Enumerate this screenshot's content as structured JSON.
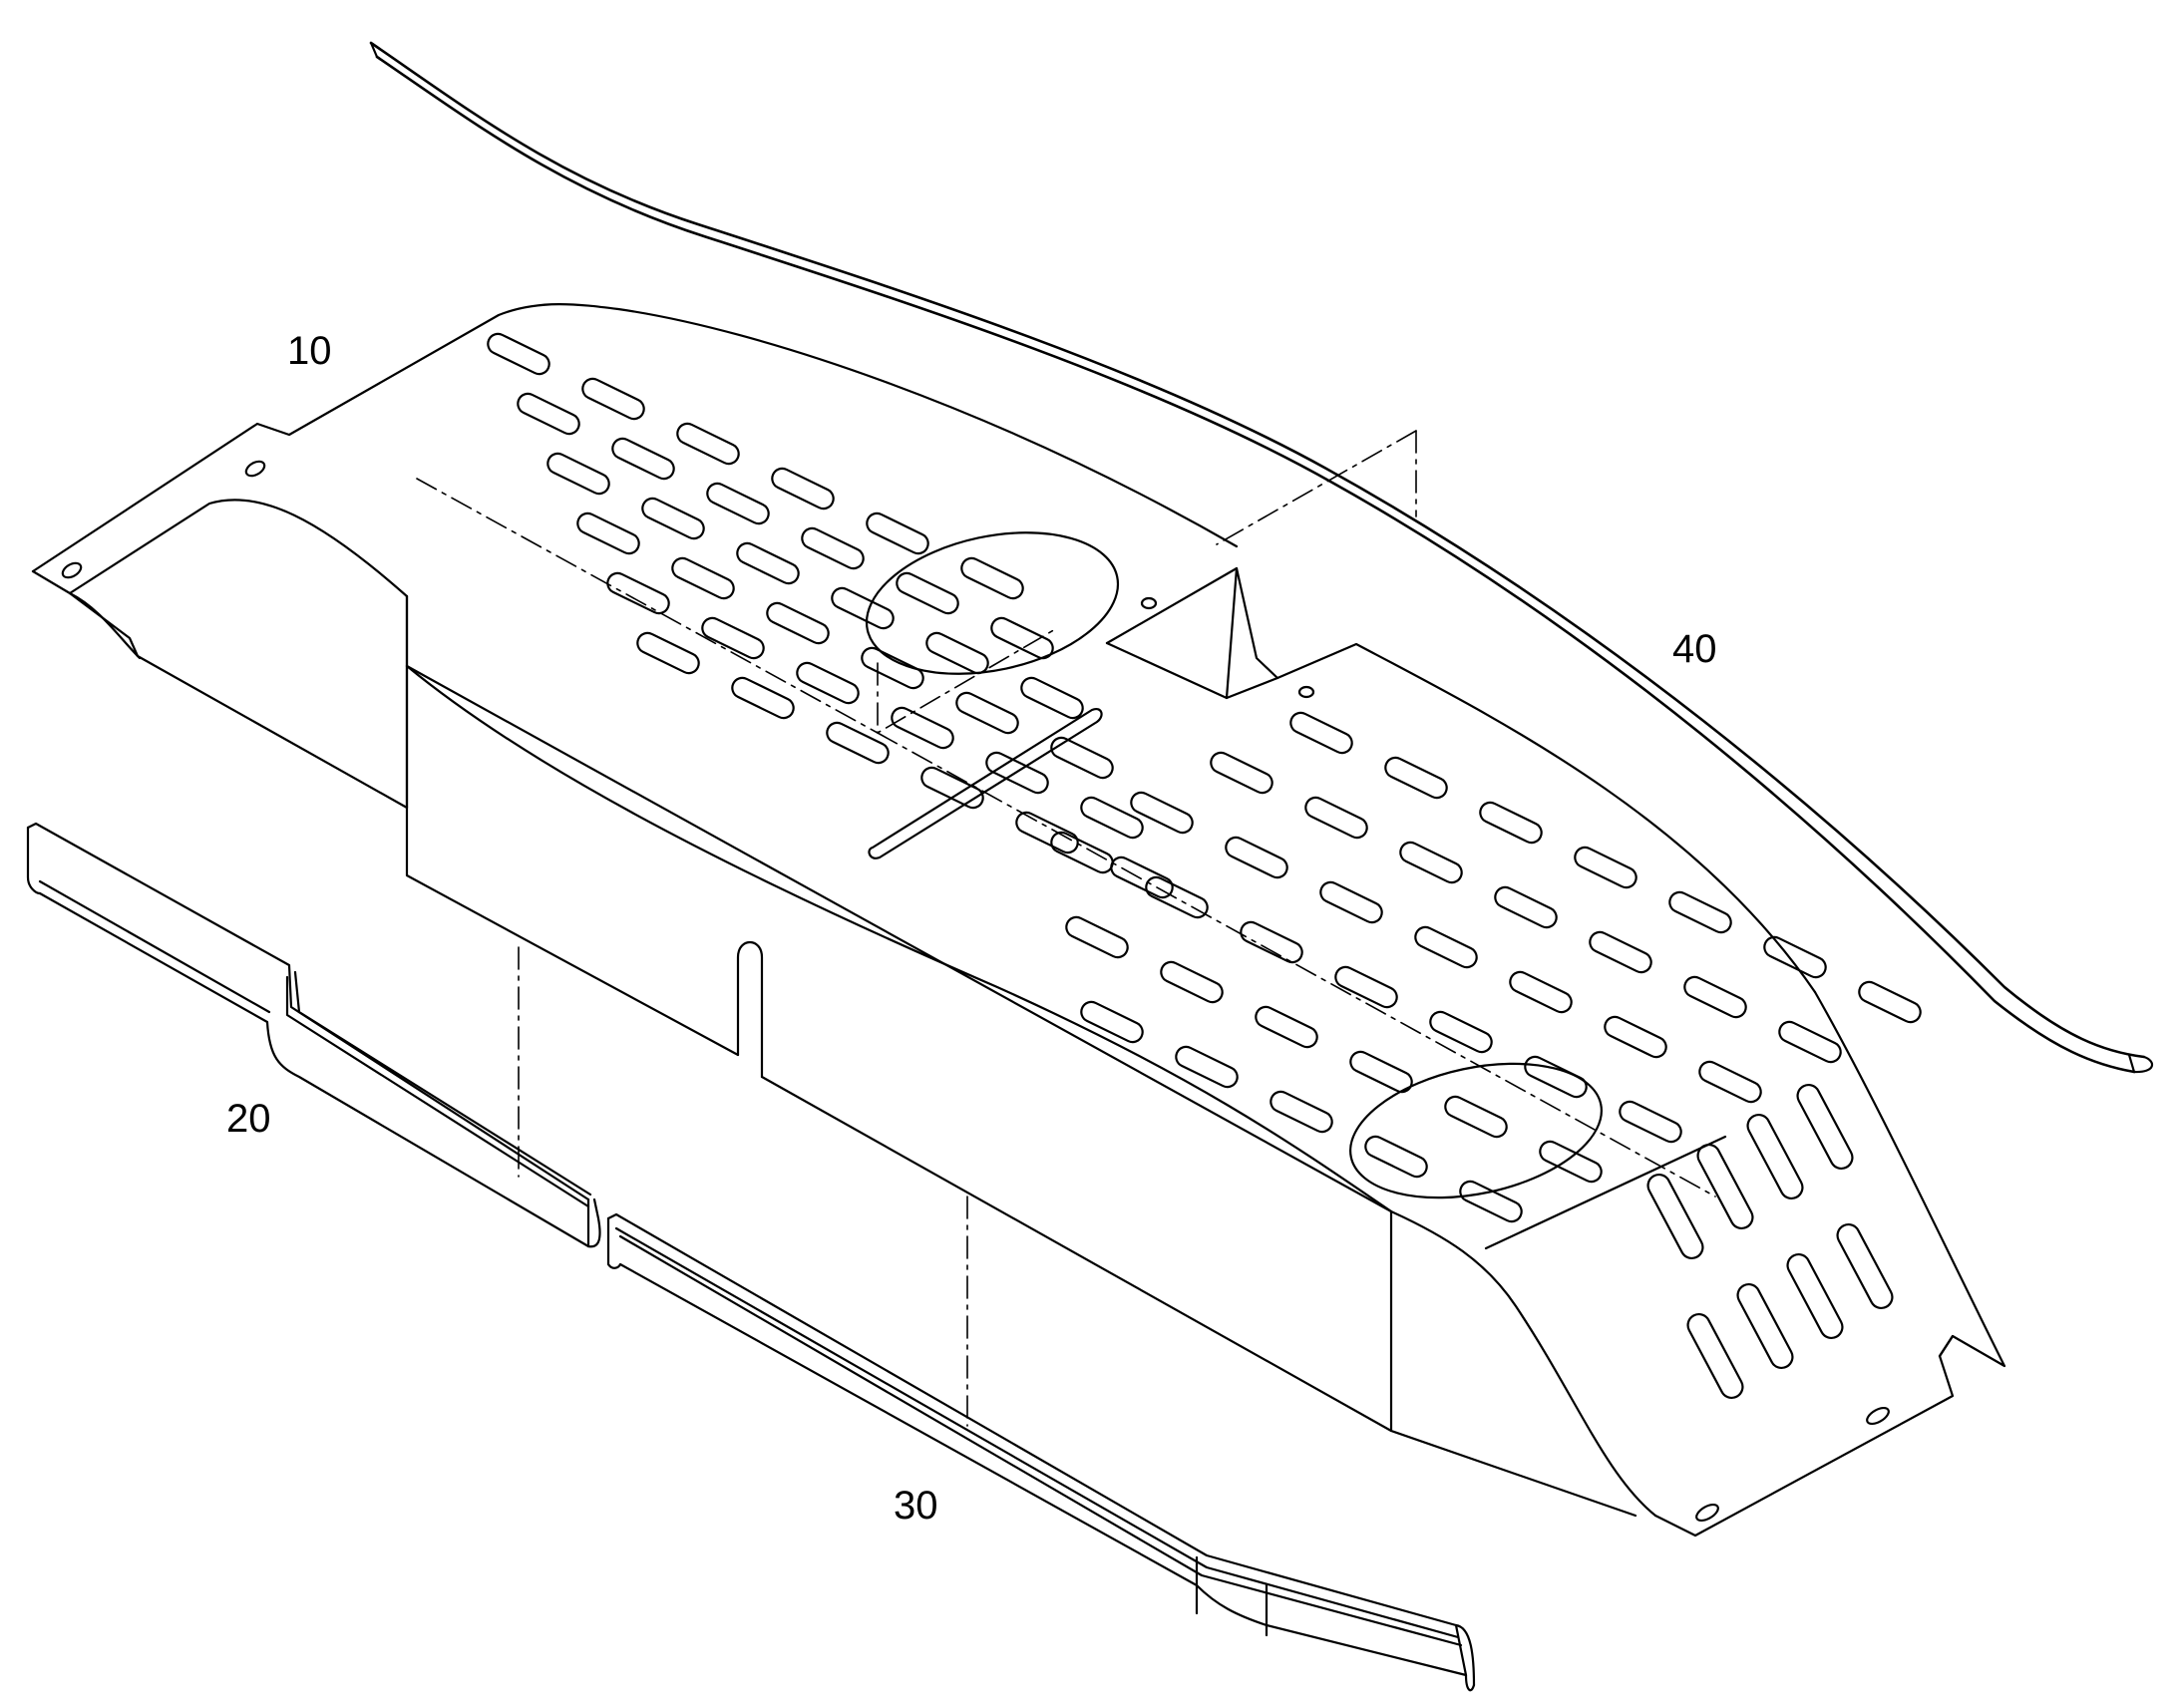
{
  "figure": {
    "stroke_color": "#000000",
    "background_color": "#ffffff"
  },
  "callouts": {
    "part_10": "10",
    "part_20": "20",
    "part_30": "30",
    "part_40": "40"
  }
}
